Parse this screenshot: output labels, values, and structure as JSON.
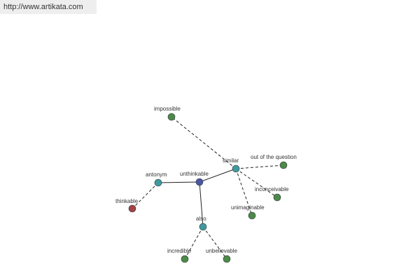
{
  "header": {
    "url": "http://www.artikata.com"
  },
  "colors": {
    "root": "#4a56a4",
    "relation": "#3f9aa0",
    "synonym": "#4c8a4a",
    "antonym_word": "#a04448"
  },
  "nodes": {
    "unthinkable": {
      "label": "unthinkable",
      "kind": "root"
    },
    "similar": {
      "label": "similar",
      "kind": "relation"
    },
    "antonym": {
      "label": "antonym",
      "kind": "relation"
    },
    "also": {
      "label": "also",
      "kind": "relation"
    },
    "impossible": {
      "label": "impossible",
      "kind": "synonym"
    },
    "out_of_the_question": {
      "label": "out of the question",
      "kind": "synonym"
    },
    "inconceivable": {
      "label": "inconceivable",
      "kind": "synonym"
    },
    "unimaginable": {
      "label": "unimaginable",
      "kind": "synonym"
    },
    "thinkable": {
      "label": "thinkable",
      "kind": "antonym_word"
    },
    "incredible": {
      "label": "incredible",
      "kind": "synonym"
    },
    "unbelievable": {
      "label": "unbelievable",
      "kind": "synonym"
    }
  },
  "edges": [
    {
      "from": "unthinkable",
      "to": "similar",
      "style": "solid"
    },
    {
      "from": "unthinkable",
      "to": "antonym",
      "style": "solid"
    },
    {
      "from": "unthinkable",
      "to": "also",
      "style": "solid"
    },
    {
      "from": "similar",
      "to": "impossible",
      "style": "dashed"
    },
    {
      "from": "similar",
      "to": "out_of_the_question",
      "style": "dashed"
    },
    {
      "from": "similar",
      "to": "inconceivable",
      "style": "dashed"
    },
    {
      "from": "similar",
      "to": "unimaginable",
      "style": "dashed"
    },
    {
      "from": "antonym",
      "to": "thinkable",
      "style": "dashed"
    },
    {
      "from": "also",
      "to": "incredible",
      "style": "dashed"
    },
    {
      "from": "also",
      "to": "unbelievable",
      "style": "dashed"
    }
  ]
}
